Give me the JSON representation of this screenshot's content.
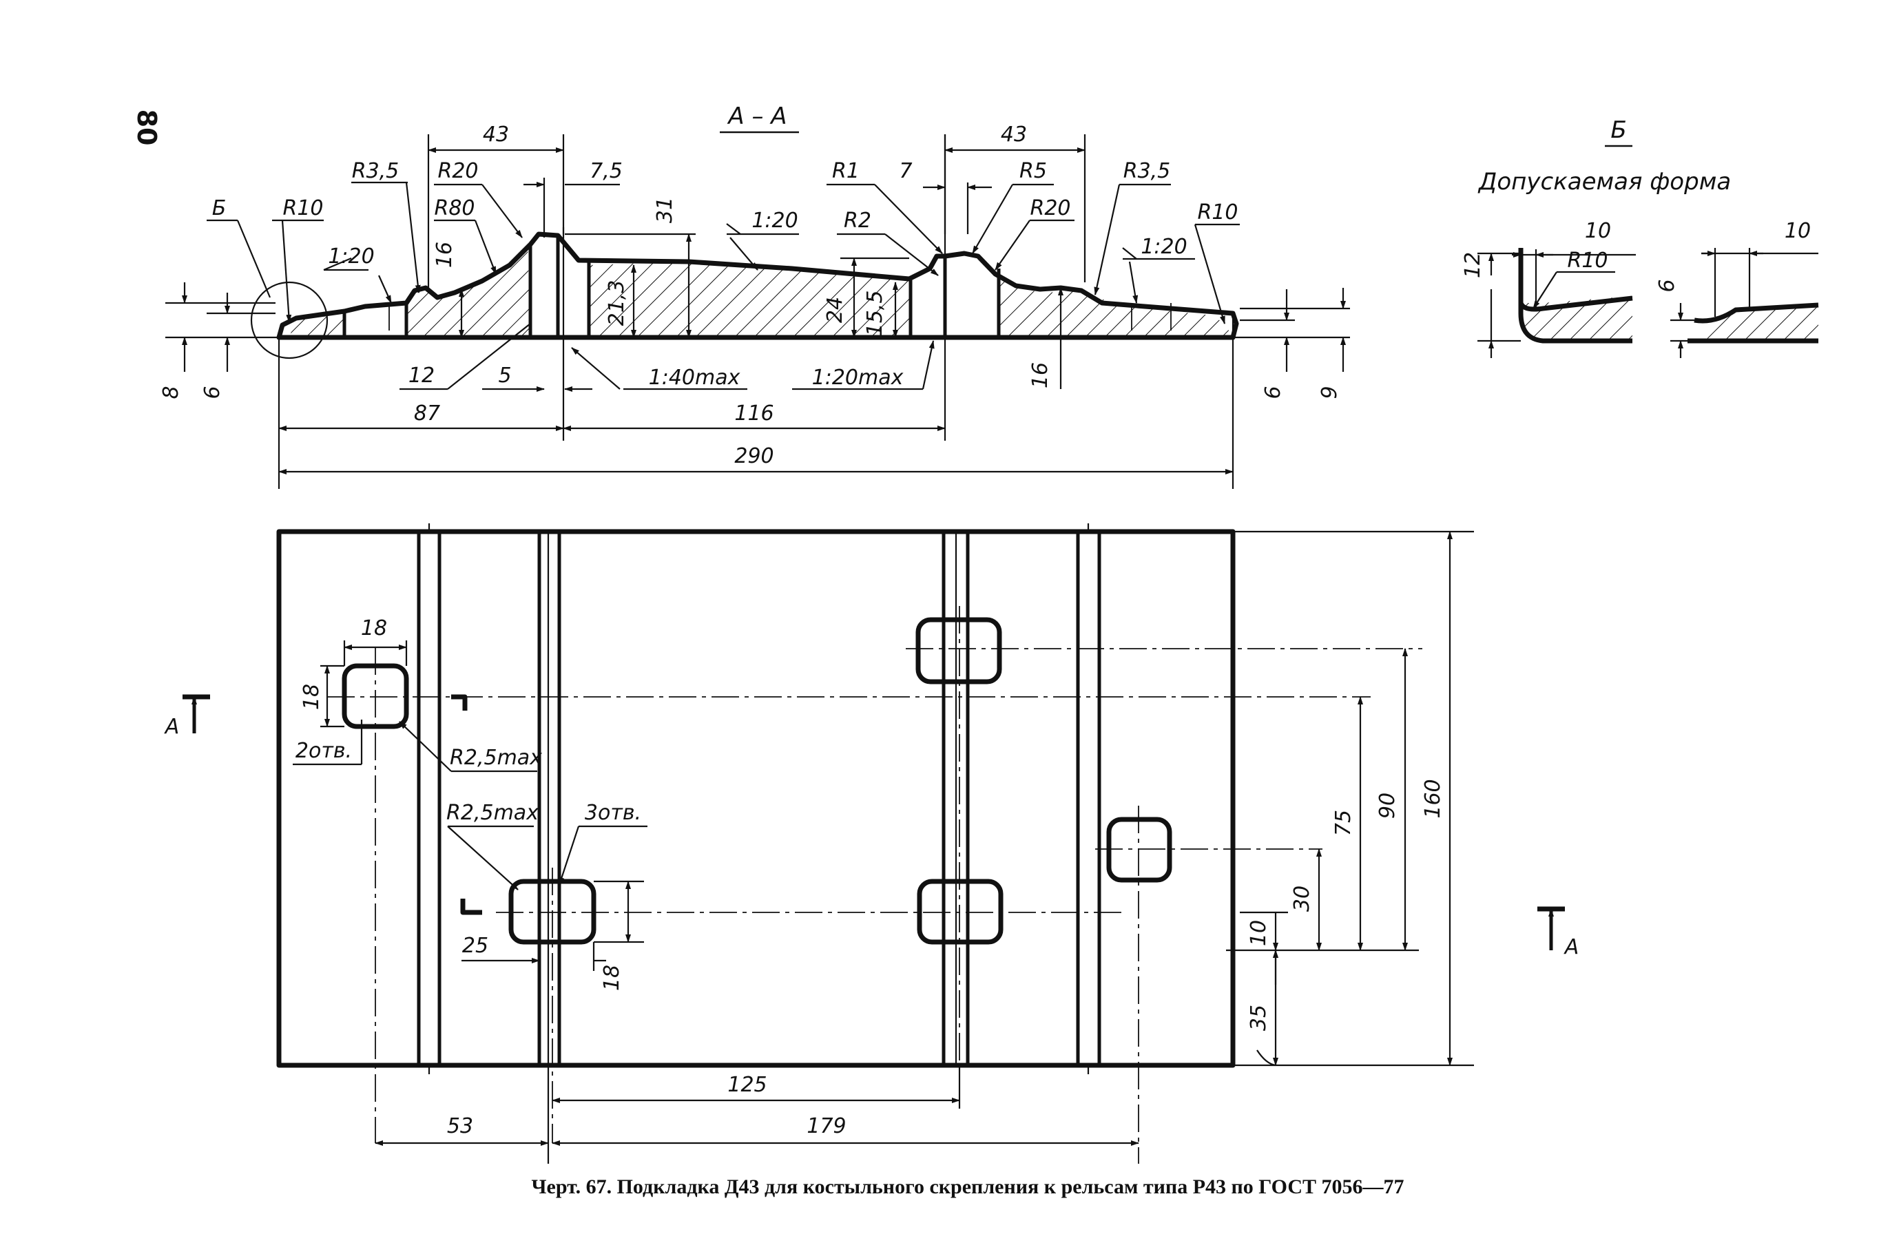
{
  "page_number": "80",
  "section": {
    "title": "А – А",
    "dims": {
      "d43_left": "43",
      "d43_right": "43",
      "r3_5_left": "R3,5",
      "r3_5_right": "R3,5",
      "r20_left": "R20",
      "r20_right": "R20",
      "r80": "R80",
      "r10_left": "R10",
      "r10_right": "R10",
      "r1": "R1",
      "r2": "R2",
      "r5": "R5",
      "d7_5": "7,5",
      "d7": "7",
      "d31": "31",
      "d16_left": "16",
      "d16_right": "16",
      "d21_3": "21,3",
      "d24": "24",
      "d15_5": "15,5",
      "d12": "12",
      "d5": "5",
      "d8": "8",
      "d6_left": "6",
      "d6_right": "6",
      "d9": "9",
      "d87": "87",
      "d116": "116",
      "d290": "290",
      "slope_1_20_left": "1:20",
      "slope_1_20_mid": "1:20",
      "slope_1_20_right": "1:20",
      "slope_1_40max": "1:40max",
      "slope_1_20max": "1:20max",
      "label_b": "Б"
    }
  },
  "detail": {
    "title": "Б",
    "subtitle": "Допускаемая форма",
    "dims": {
      "d10_a": "10",
      "d10_b": "10",
      "d12": "12",
      "r10": "R10",
      "d6": "6"
    }
  },
  "plan": {
    "dims": {
      "d18_w": "18",
      "d18_h": "18",
      "d18_lower": "18",
      "holes_2": "2отв.",
      "holes_3": "3отв.",
      "r2_5max_a": "R2,5max",
      "r2_5max_b": "R2,5max",
      "d25": "25",
      "d75": "75",
      "d90": "90",
      "d160": "160",
      "d30": "30",
      "d10": "10",
      "d35": "35",
      "d53": "53",
      "d125": "125",
      "d179": "179",
      "section_mark_left": "А",
      "section_mark_right": "А"
    }
  },
  "caption": "Черт. 67. Подкладка Д43 для костыльного скрепления к рельсам типа Р43 по ГОСТ 7056—77"
}
